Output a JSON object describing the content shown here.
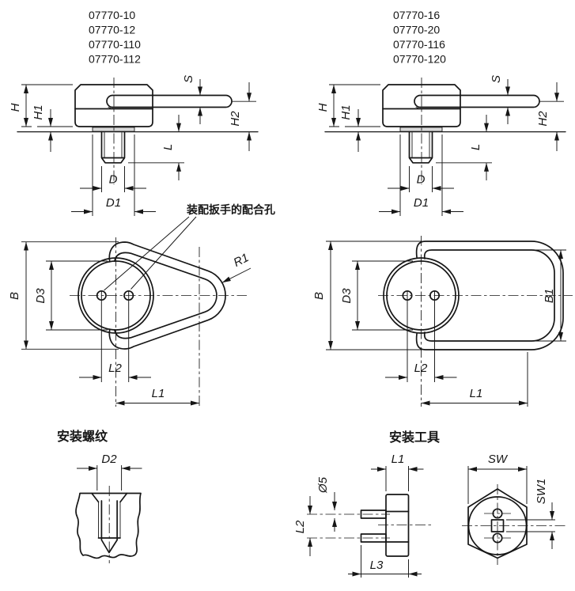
{
  "figure": {
    "background": "#ffffff",
    "line_color": "#161616"
  },
  "variant_left": {
    "part_numbers": [
      "07770-10",
      "07770-12",
      "07770-110",
      "07770-112"
    ]
  },
  "variant_right": {
    "part_numbers": [
      "07770-16",
      "07770-20",
      "07770-116",
      "07770-120"
    ]
  },
  "side_view_dims": {
    "h": "H",
    "h1": "H1",
    "s": "S",
    "h2": "H2",
    "l": "L",
    "d": "D",
    "d1": "D1"
  },
  "top_left_dims": {
    "b": "B",
    "d3": "D3",
    "r1": "R1",
    "l2": "L2",
    "l1": "L1"
  },
  "top_right_dims": {
    "b": "B",
    "d3": "D3",
    "b1": "B1",
    "l2": "L2",
    "l1": "L1"
  },
  "annotations": {
    "wrench_holes": "装配扳手的配合孔"
  },
  "thread_section": {
    "title": "安装螺纹",
    "d2": "D2"
  },
  "tool_section": {
    "title": "安装工具",
    "l1": "L1",
    "dia": "Ø5",
    "l2": "L2",
    "l3": "L3",
    "sw": "SW",
    "sw1": "SW1"
  }
}
